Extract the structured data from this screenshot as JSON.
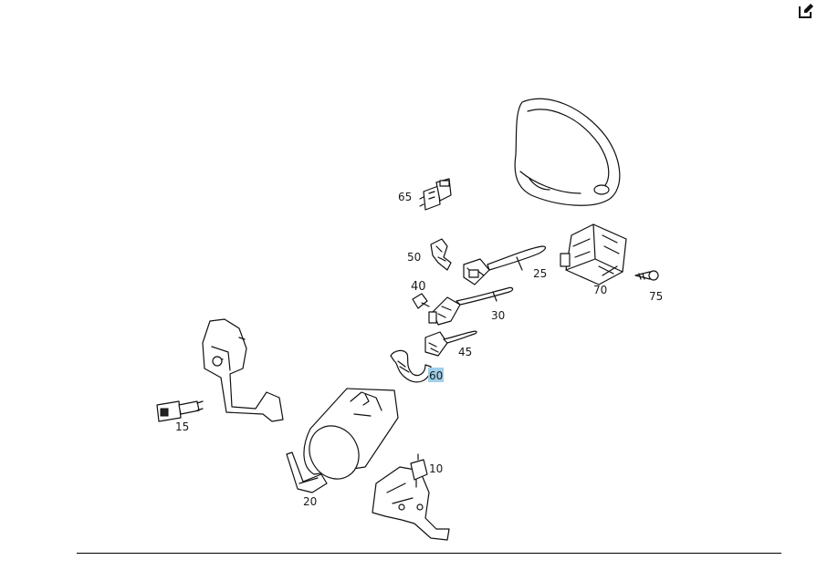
{
  "toolbar": {
    "edit_icon": "edit-icon"
  },
  "highlight_color": "#9fd0ea",
  "callouts": [
    {
      "id": "c65",
      "text": "65"
    },
    {
      "id": "c50",
      "text": "50"
    },
    {
      "id": "c25",
      "text": "25"
    },
    {
      "id": "c40",
      "text": "40"
    },
    {
      "id": "c30",
      "text": "30"
    },
    {
      "id": "c70",
      "text": "70"
    },
    {
      "id": "c75",
      "text": "75"
    },
    {
      "id": "c45",
      "text": "45"
    },
    {
      "id": "c60",
      "text": "60",
      "highlighted": true
    },
    {
      "id": "c15",
      "text": "15"
    },
    {
      "id": "c10",
      "text": "10"
    },
    {
      "id": "c20",
      "text": "20"
    }
  ]
}
